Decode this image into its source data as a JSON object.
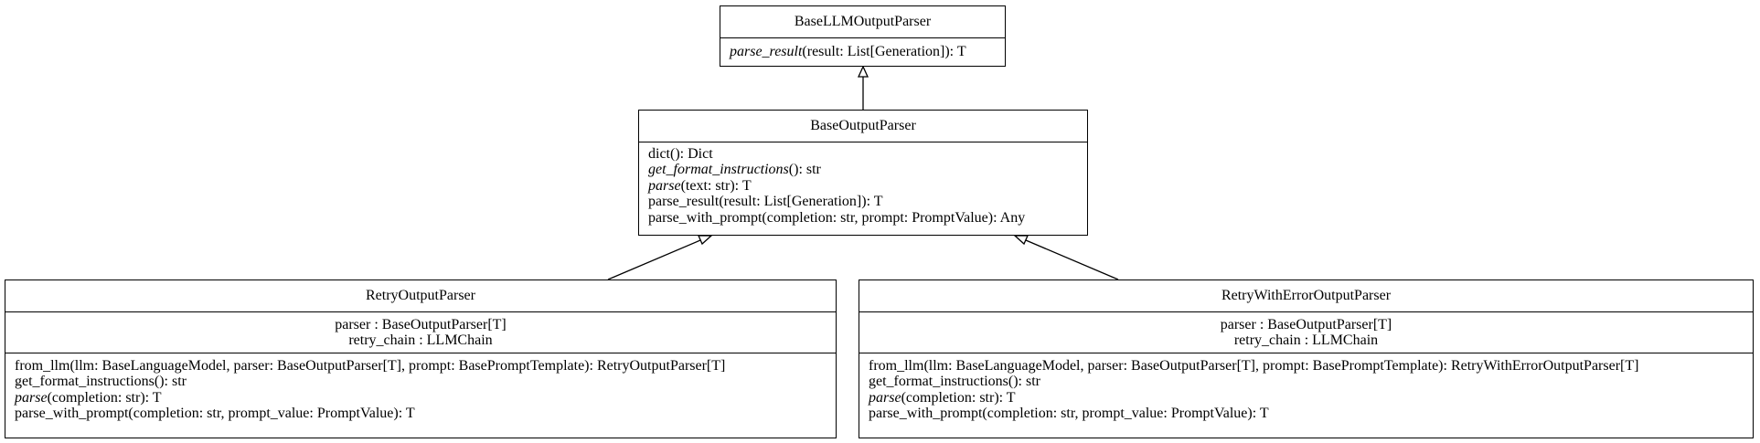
{
  "diagram": {
    "classes": {
      "base_llm_output_parser": {
        "name": "BaseLLMOutputParser",
        "methods": [
          {
            "name": "parse_result",
            "sig": "(result: List[Generation]): T",
            "abstract": true
          }
        ]
      },
      "base_output_parser": {
        "name": "BaseOutputParser",
        "methods": [
          {
            "name": "dict",
            "sig": "(): Dict",
            "abstract": false
          },
          {
            "name": "get_format_instructions",
            "sig": "(): str",
            "abstract": true
          },
          {
            "name": "parse",
            "sig": "(text: str): T",
            "abstract": true
          },
          {
            "name": "parse_result",
            "sig": "(result: List[Generation]): T",
            "abstract": false
          },
          {
            "name": "parse_with_prompt",
            "sig": "(completion: str, prompt: PromptValue): Any",
            "abstract": false
          }
        ]
      },
      "retry_output_parser": {
        "name": "RetryOutputParser",
        "attributes": [
          "parser : BaseOutputParser[T]",
          "retry_chain : LLMChain"
        ],
        "methods": [
          {
            "name": "from_llm",
            "sig": "(llm: BaseLanguageModel, parser: BaseOutputParser[T], prompt: BasePromptTemplate): RetryOutputParser[T]",
            "abstract": false
          },
          {
            "name": "get_format_instructions",
            "sig": "(): str",
            "abstract": false
          },
          {
            "name": "parse",
            "sig": "(completion: str): T",
            "abstract": true
          },
          {
            "name": "parse_with_prompt",
            "sig": "(completion: str, prompt_value: PromptValue): T",
            "abstract": false
          }
        ]
      },
      "retry_with_error_output_parser": {
        "name": "RetryWithErrorOutputParser",
        "attributes": [
          "parser : BaseOutputParser[T]",
          "retry_chain : LLMChain"
        ],
        "methods": [
          {
            "name": "from_llm",
            "sig": "(llm: BaseLanguageModel, parser: BaseOutputParser[T], prompt: BasePromptTemplate): RetryWithErrorOutputParser[T]",
            "abstract": false
          },
          {
            "name": "get_format_instructions",
            "sig": "(): str",
            "abstract": false
          },
          {
            "name": "parse",
            "sig": "(completion: str): T",
            "abstract": true
          },
          {
            "name": "parse_with_prompt",
            "sig": "(completion: str, prompt_value: PromptValue): T",
            "abstract": false
          }
        ]
      }
    },
    "relations": [
      {
        "type": "inheritance",
        "from": "BaseOutputParser",
        "to": "BaseLLMOutputParser"
      },
      {
        "type": "inheritance",
        "from": "RetryOutputParser",
        "to": "BaseOutputParser"
      },
      {
        "type": "inheritance",
        "from": "RetryWithErrorOutputParser",
        "to": "BaseOutputParser"
      }
    ]
  }
}
